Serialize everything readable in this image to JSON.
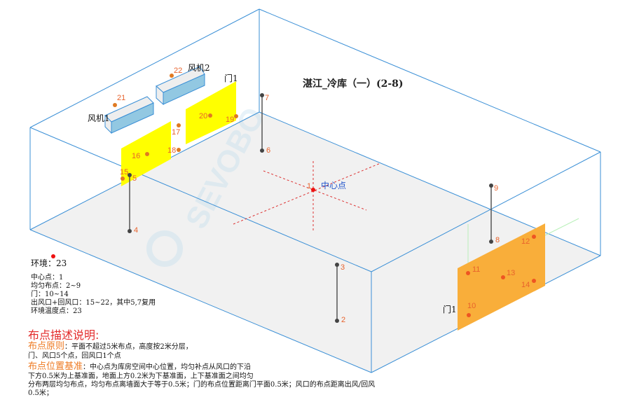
{
  "title": "湛江_冷库（一）(2-8)",
  "center_label": "中心点",
  "fans": [
    "风机1",
    "风机2"
  ],
  "doors": {
    "back": "门1",
    "front": "门1"
  },
  "points": {
    "p1": "1",
    "p2": "2",
    "p3": "3",
    "p4": "4",
    "p5": "5",
    "p6": "6",
    "p7": "7",
    "p8": "8",
    "p9": "9",
    "p10": "10",
    "p11": "11",
    "p12": "12",
    "p13": "13",
    "p14": "14",
    "p15": "15",
    "p16": "16",
    "p17": "17",
    "p18": "18",
    "p19": "19",
    "p20": "20",
    "p21": "21",
    "p22": "22"
  },
  "watermark": "SEVOBO",
  "legend": {
    "env": "环境：23",
    "center": "中心点：1",
    "uniform": "均匀布点：2~9",
    "door": "门：10~14",
    "vents": "出风口+回风口：15~22，其中5,7复用",
    "env_temp": "环境温度点：23"
  },
  "notes": {
    "heading": "布点描述说明:",
    "principle_label": "布点原则",
    "principle_text": "：平面不超过5米布点，高度按2米分层，",
    "principle_text2": "门、风口5个点，回风口1个点",
    "basis_label": "布点位置基准",
    "basis_text": "：中心点为库房空间中心位置，均匀补点从风口的下沿",
    "basis_text2": "下方0.5米为上基准面，地面上方0.2米为下基准面，上下基准面之间均匀",
    "basis_text3": "分布两层均匀布点，均匀布点离墙面大于等于0.5米；门的布点位置距离门平面0.5米；风口的布点距离出风/回风",
    "basis_text4": "0.5米；"
  },
  "colors": {
    "wall": "#3a8fd6",
    "door_back": "#ffff00",
    "door_front": "#f9ae3a",
    "point": "#e8622c",
    "center": "#e11",
    "heading": "#e32b2b",
    "subheading": "#ee7a22"
  }
}
